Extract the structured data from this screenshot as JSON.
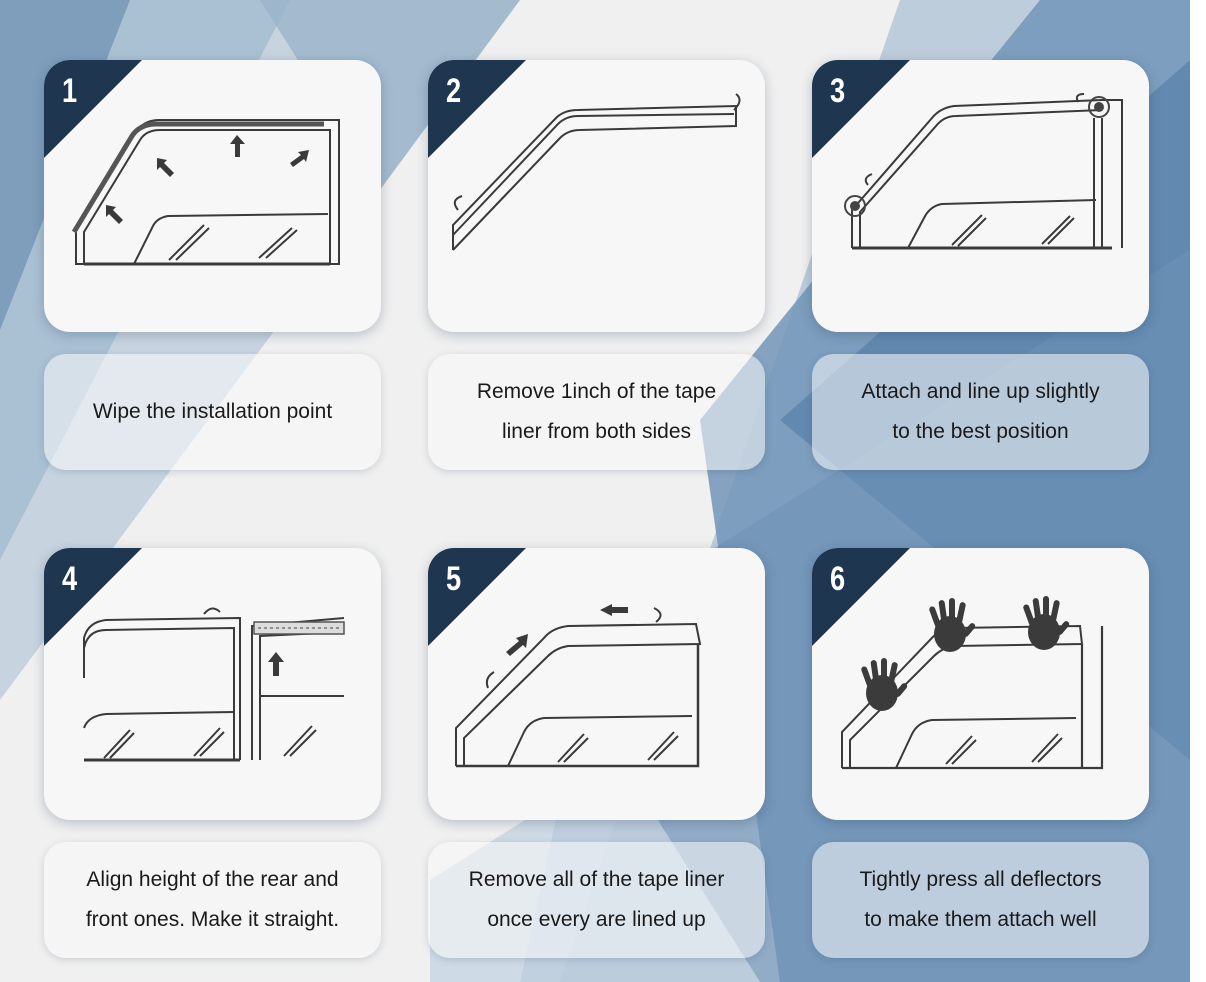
{
  "steps": [
    {
      "number": "1",
      "caption": "Wipe the installation point"
    },
    {
      "number": "2",
      "caption": "Remove 1inch of the tape\nliner from both sides"
    },
    {
      "number": "3",
      "caption": "Attach and line up slightly\nto the best position"
    },
    {
      "number": "4",
      "caption": "Align height of the rear and\nfront ones. Make it straight."
    },
    {
      "number": "5",
      "caption": "Remove all of the tape liner\nonce every are lined up"
    },
    {
      "number": "6",
      "caption": "Tightly press all deflectors\nto make them attach well"
    }
  ],
  "colors": {
    "badge": "#1e3650",
    "accent_blue": "#5f86ad",
    "light_blue": "#a9bfd4"
  }
}
